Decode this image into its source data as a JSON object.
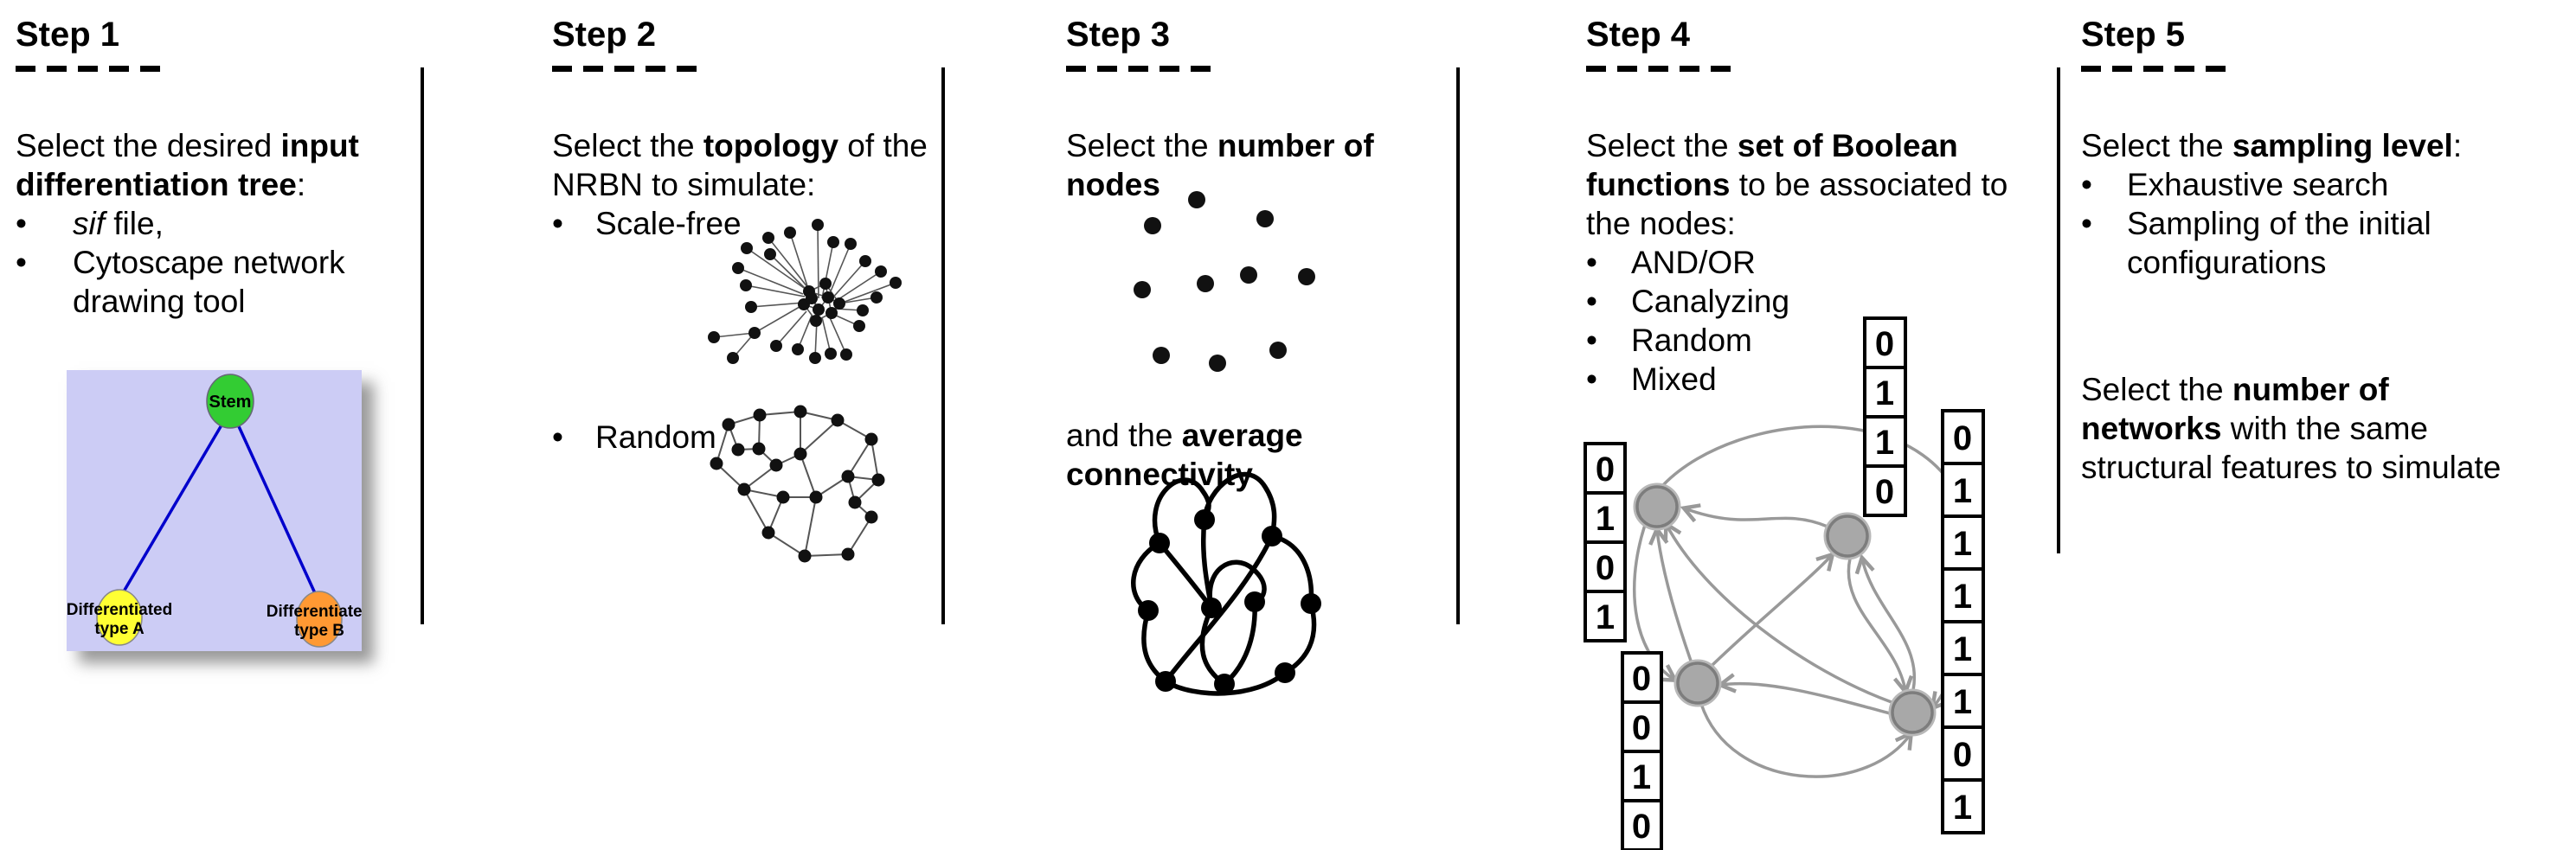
{
  "steps": {
    "step1": {
      "title": "Step 1",
      "intro_l1_pre": "Select the desired ",
      "intro_l1_bold": "input",
      "intro_l2_bold": "differentiation tree",
      "intro_l2_post": ":",
      "bullet1_italic": "sif",
      "bullet1_rest": " file,",
      "bullet2": "Cytoscape network drawing tool",
      "tree": {
        "root_label": "Stem",
        "left_label_line1": "Differentiated",
        "left_label_line2": "type A",
        "right_label_line1": "Differentiated",
        "right_label_line2": "type B",
        "colors": {
          "background": "#ccccf5",
          "root": "#33cc33",
          "left": "#ffff33",
          "right": "#ff9933",
          "edge": "#0000cc"
        }
      }
    },
    "step2": {
      "title": "Step 2",
      "intro_l1_pre": "Select the ",
      "intro_l1_bold": "topology",
      "intro_l1_post": " of the",
      "intro_l2": "NRBN to simulate:",
      "bullet1": "Scale-free",
      "bullet2": "Random"
    },
    "step3": {
      "title": "Step 3",
      "line1_pre": "Select the ",
      "line1_bold": "number of nodes",
      "line2_pre": "and the ",
      "line2_bold": "average connectivity"
    },
    "step4": {
      "title": "Step 4",
      "intro_l1_pre": "Select the ",
      "intro_l1_bold": "set of Boolean",
      "intro_l2_bold": "functions",
      "intro_l2_post": " to be associated to",
      "intro_l3": "the nodes:",
      "bullets": [
        "AND/OR",
        "Canalyzing",
        "Random",
        "Mixed"
      ],
      "tables": {
        "left": [
          "0",
          "1",
          "0",
          "1"
        ],
        "bottom_left": [
          "0",
          "0",
          "1",
          "0"
        ],
        "top": [
          "0",
          "1",
          "1",
          "0"
        ],
        "right": [
          "0",
          "1",
          "1",
          "1",
          "1",
          "1",
          "0",
          "1"
        ]
      }
    },
    "step5": {
      "title": "Step 5",
      "p1_pre": "Select the ",
      "p1_bold": "sampling level",
      "p1_post": ":",
      "bullet1": "Exhaustive search",
      "bullet2": "Sampling of the initial configurations",
      "p2_l1_pre": "Select the ",
      "p2_l1_bold": "number of",
      "p2_l2_bold": "networks",
      "p2_l2_post": " with the same",
      "p2_l3": "structural features to simulate"
    }
  }
}
